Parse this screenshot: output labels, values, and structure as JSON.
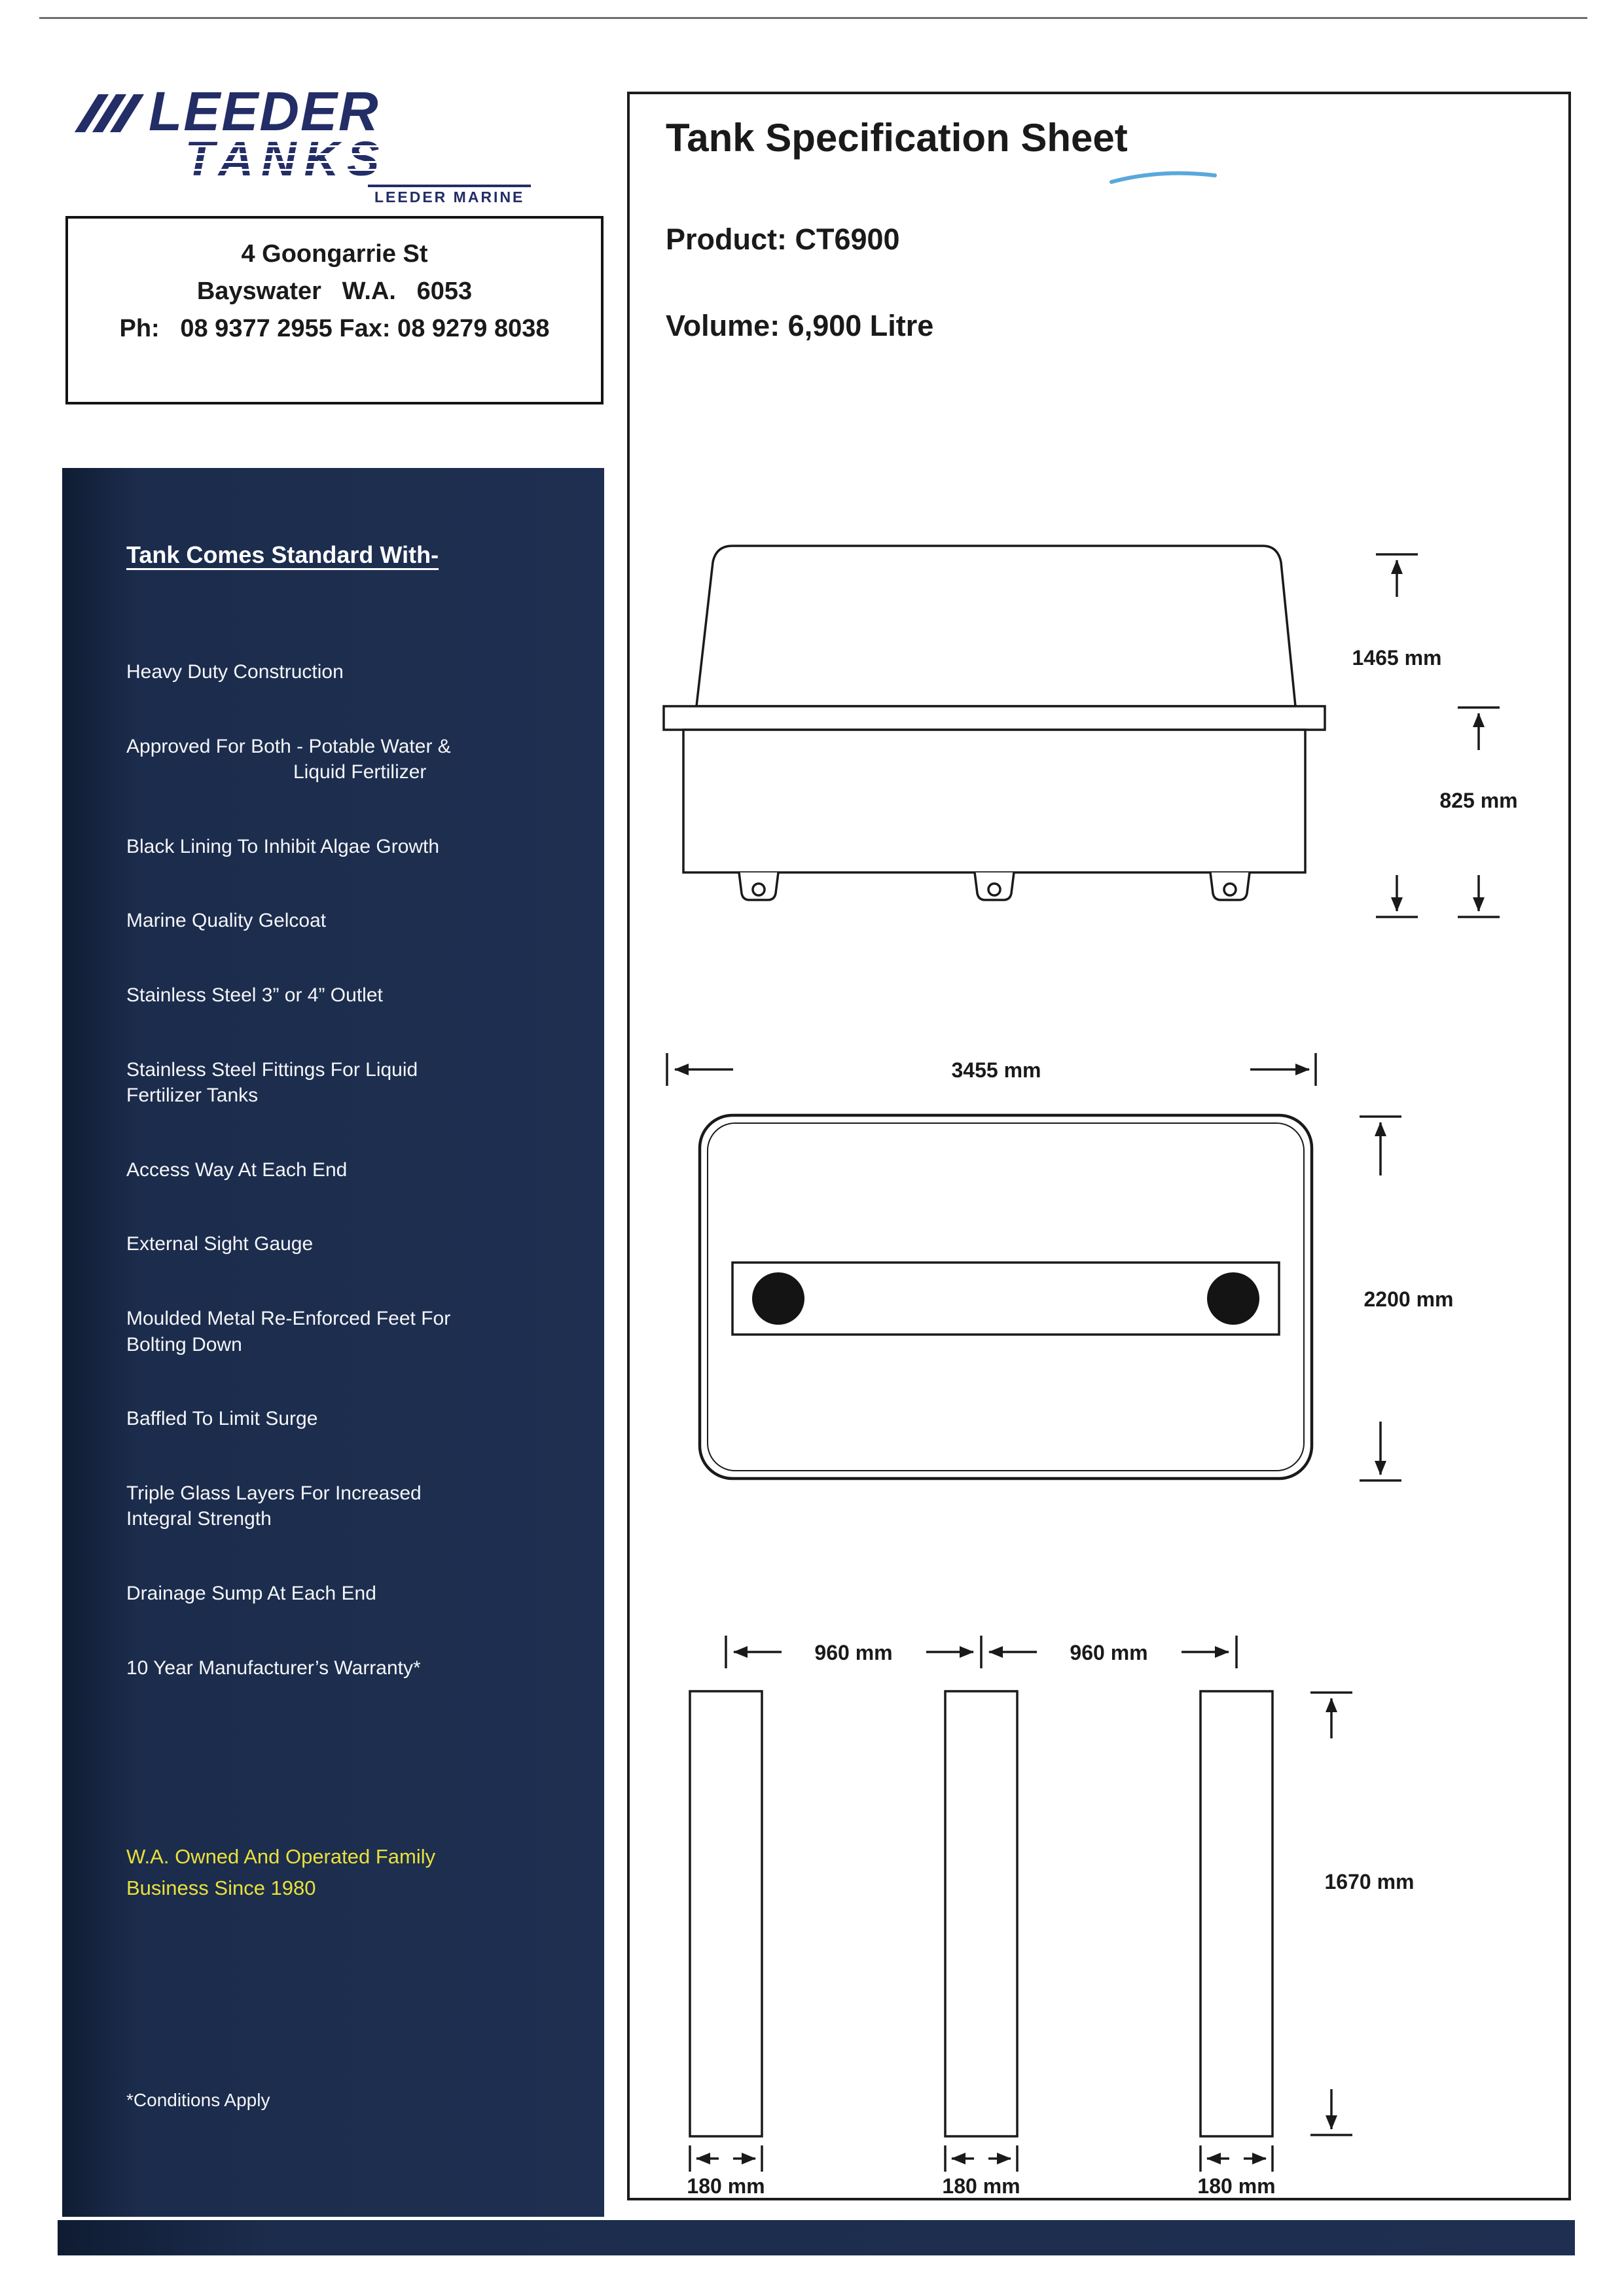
{
  "title_block": {
    "title": "Tank Specification Sheet",
    "product": "Product: CT6900",
    "volume": "Volume: 6,900 Litre"
  },
  "logo": {
    "name_top": "LEEDER",
    "name_bottom": "TANKS",
    "subtitle": "LEEDER MARINE"
  },
  "address": {
    "line1": "4 Goongarrie St",
    "line2": "Bayswater   W.A.   6053",
    "line3": "Ph:   08 9377 2955 Fax: 08 9279 8038"
  },
  "sidebar": {
    "heading": "Tank Comes Standard With-",
    "items": [
      {
        "line1": "Heavy Duty Construction"
      },
      {
        "line1": "Approved For Both - Potable Water &",
        "line2": "Liquid Fertilizer"
      },
      {
        "line1": "Black Lining To Inhibit Algae Growth"
      },
      {
        "line1": "Marine Quality Gelcoat"
      },
      {
        "line1": "Stainless Steel 3” or 4” Outlet"
      },
      {
        "line1": "Stainless Steel Fittings For Liquid",
        "line2": "Fertilizer Tanks"
      },
      {
        "line1": "Access Way At Each End"
      },
      {
        "line1": "External Sight Gauge"
      },
      {
        "line1": "Moulded Metal Re-Enforced Feet For",
        "line2": "Bolting Down"
      },
      {
        "line1": "Baffled To Limit Surge"
      },
      {
        "line1": "Triple Glass Layers For Increased",
        "line2": "Integral Strength"
      },
      {
        "line1": "Drainage Sump At Each End"
      },
      {
        "line1": "10 Year Manufacturer’s Warranty*"
      }
    ],
    "highlight_line1": "W.A. Owned And Operated Family",
    "highlight_line2": "Business Since 1980",
    "footnote": "*Conditions Apply"
  },
  "drawings": {
    "side_view": {
      "overall_height": "1465 mm",
      "body_height": "825 mm"
    },
    "plan_view": {
      "length": "3455 mm",
      "width": "2200 mm"
    },
    "feet_view": {
      "spacing_1": "960 mm",
      "spacing_2": "960 mm",
      "foot_height": "1670 mm",
      "foot_width_1": "180 mm",
      "foot_width_2": "180 mm",
      "foot_width_3": "180 mm"
    }
  },
  "colors": {
    "navy": "#1c2c4c",
    "navy_dark": "#0f1c33",
    "accent_yellow": "#e9e13c",
    "logo_blue": "#232d66",
    "swoosh_blue": "#5aa8da",
    "line": "#1a1a1a"
  }
}
